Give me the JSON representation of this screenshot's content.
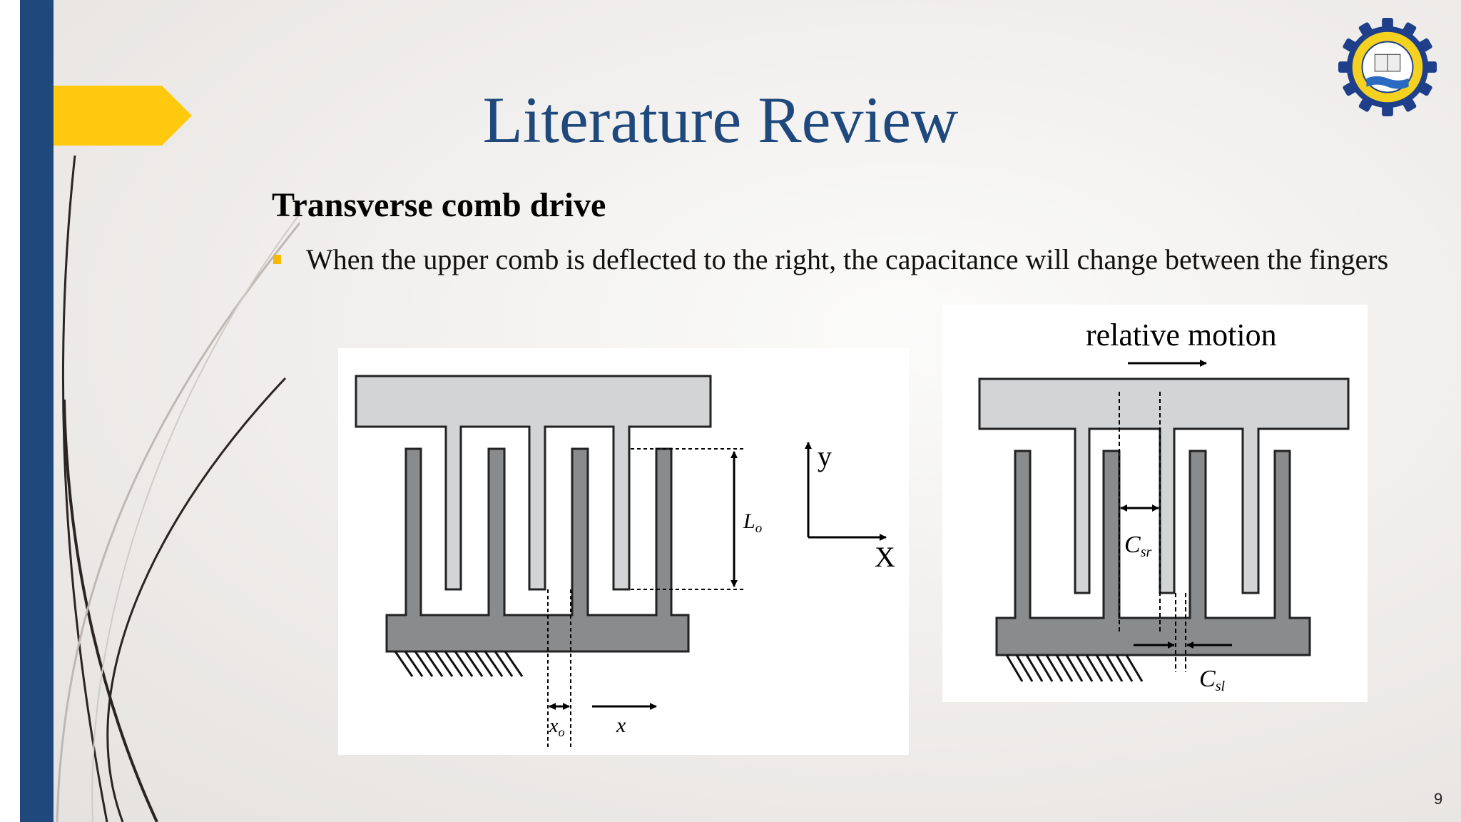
{
  "slide": {
    "title": "Literature Review",
    "subtitle": "Transverse comb drive",
    "bullets": [
      "When the upper comb is deflected to the right, the capacitance will change between the fingers"
    ],
    "slide_number": "9"
  },
  "figure_left": {
    "label_length": "L",
    "label_length_sub": "o",
    "axis_y": "y",
    "axis_x": "X",
    "label_offset": "x",
    "label_offset_sub": "o",
    "label_displacement": "x"
  },
  "figure_right": {
    "heading": "relative motion",
    "label_right_cap": "C",
    "label_right_cap_sub": "sr",
    "label_left_cap": "C",
    "label_left_cap_sub": "sl"
  },
  "colors": {
    "title_blue": "#1f497d",
    "side_bar_blue": "#1f497d",
    "accent_yellow": "#ffc90e",
    "bullet_gold": "#f6b800",
    "comb_light": "#d3d4d6",
    "comb_dark": "#8a8b8d"
  },
  "icons": {
    "bullet": "square-bullet-icon",
    "logo": "university-seal-logo"
  }
}
